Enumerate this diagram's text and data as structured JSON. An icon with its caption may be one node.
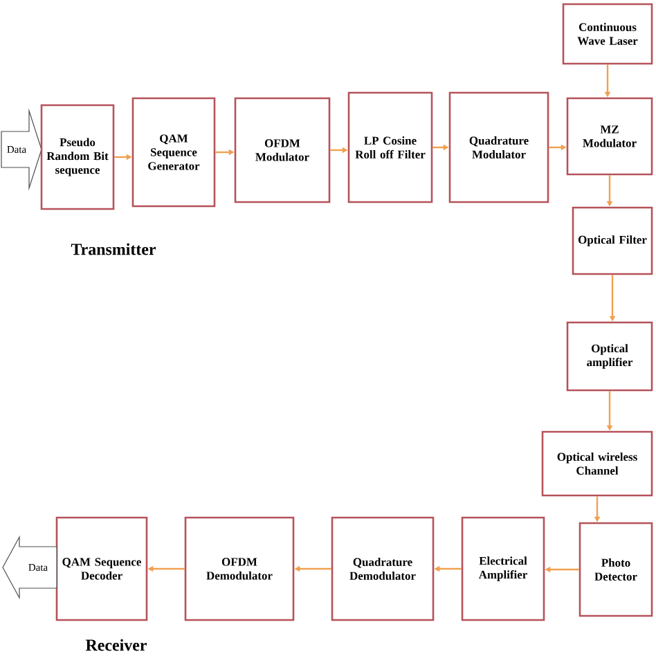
{
  "diagram": {
    "nodes": [
      {
        "text": [
          "Data"
        ]
      },
      {
        "text": [
          "Pseudo Random Bit sequence"
        ]
      },
      {
        "text": [
          "QAM Sequence Generator"
        ]
      },
      {
        "text": [
          "OFDM Modulator"
        ]
      },
      {
        "text": [
          "LP Cosine Roll off Filter"
        ]
      },
      {
        "text": [
          "Quadrature Modulator"
        ]
      },
      {
        "text": [
          "Continuous Wave Laser"
        ]
      },
      {
        "text": [
          "MZ Modulator"
        ]
      },
      {
        "text": [
          "Optical Filter"
        ]
      },
      {
        "text": [
          "Optical amplifier"
        ]
      },
      {
        "text": [
          "Optical wireless Channel"
        ]
      },
      {
        "text": [
          "Photo Detector"
        ]
      },
      {
        "text": [
          "Electrical Amplifier"
        ]
      },
      {
        "text": [
          "Quadrature Demodulator"
        ]
      },
      {
        "text": [
          "OFDM Demodulator"
        ]
      },
      {
        "text": [
          "QAM Sequence Decoder"
        ]
      },
      {
        "text": [
          "Data"
        ]
      }
    ],
    "edges": [
      {
        "from": 1,
        "to": 2,
        "arrow": "to"
      },
      {
        "from": 2,
        "to": 3,
        "arrow": "to"
      },
      {
        "from": 3,
        "to": 4,
        "arrow": "to"
      },
      {
        "from": 4,
        "to": 5,
        "arrow": "to"
      },
      {
        "from": 5,
        "to": 7,
        "arrow": "to"
      },
      {
        "from": 6,
        "to": 7,
        "arrow": "to"
      },
      {
        "from": 7,
        "to": 8,
        "arrow": "to"
      },
      {
        "from": 8,
        "to": 9,
        "arrow": "to"
      },
      {
        "from": 9,
        "to": 10,
        "arrow": "to"
      },
      {
        "from": 10,
        "to": 11,
        "arrow": "to"
      },
      {
        "from": 11,
        "to": 12,
        "arrow": "to"
      },
      {
        "from": 12,
        "to": 13,
        "arrow": "to"
      },
      {
        "from": 13,
        "to": 14,
        "arrow": "to"
      },
      {
        "from": 14,
        "to": 15,
        "arrow": "to"
      }
    ],
    "labels": [
      "Transmitter",
      "Receiver"
    ]
  }
}
